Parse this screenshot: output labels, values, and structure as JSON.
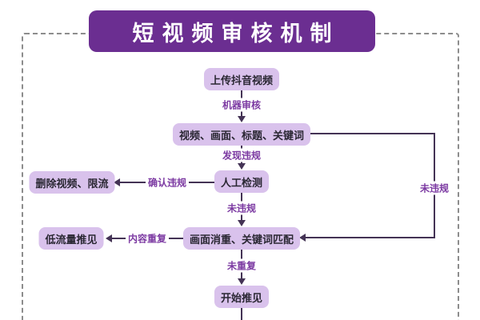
{
  "title": {
    "text": "短视频审核机制"
  },
  "flow": {
    "upload": "上传抖音视频",
    "machine_review": "机器审核",
    "keywords_check": "视频、画面、标题、关键词",
    "violation_found": "发现违规",
    "manual_check": "人工检测",
    "violation_confirmed": "确认违规",
    "delete_limit": "删除视频、限流",
    "no_violation_down": "未违规",
    "no_violation_side": "未违规",
    "dedup_match": "画面消重、关键词匹配",
    "content_duplicate": "内容重复",
    "low_traffic": "低流量推见",
    "not_duplicate": "未重复",
    "start_recommend": "开始推见"
  },
  "colors": {
    "banner_bg": "#6B2E91",
    "banner_text": "#FFFFFF",
    "node_bg": "#D9C2EC",
    "node_text": "#2A2733",
    "line": "#443355",
    "label_text": "#7C3AA2",
    "frame": "#8D8D8D"
  }
}
